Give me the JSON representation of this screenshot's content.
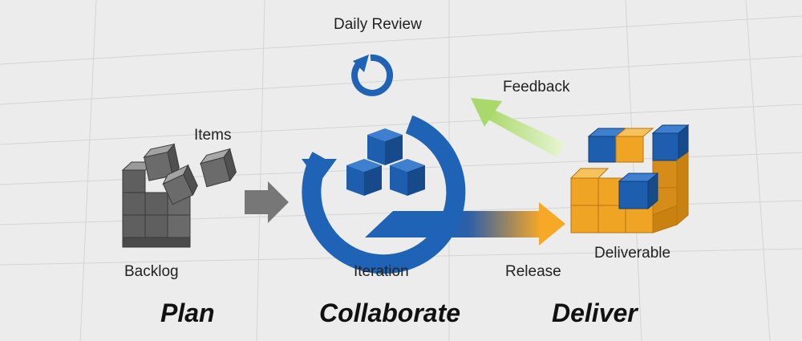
{
  "labels": {
    "daily_review": "Daily Review",
    "items": "Items",
    "feedback": "Feedback",
    "backlog": "Backlog",
    "iteration": "Iteration",
    "release": "Release",
    "deliverable": "Deliverable"
  },
  "stages": {
    "plan": "Plan",
    "collaborate": "Collaborate",
    "deliver": "Deliver"
  },
  "colors": {
    "background": "#ececec",
    "cycle_blue": "#1f63b7",
    "cube_blue": "#1d5fae",
    "cube_orange": "#f0a424",
    "cube_gray": "#6b6b6b",
    "arrow_gray": "#777777",
    "feedback_green": "#b8e07a",
    "release_orange": "#f7a826"
  },
  "icons": [
    "daily-review-cycle-icon",
    "iteration-cycle-icon",
    "backlog-cubes-icon",
    "deliverable-cubes-icon"
  ]
}
